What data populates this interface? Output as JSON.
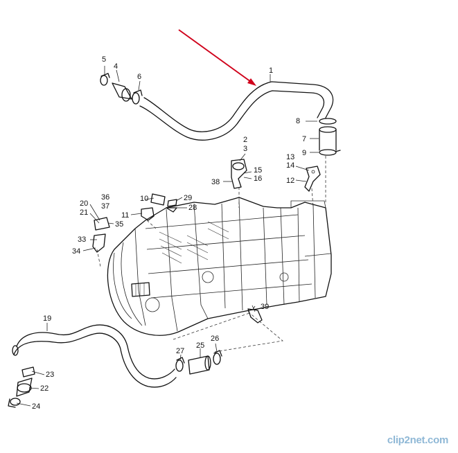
{
  "diagram": {
    "callouts": [
      "1",
      "2",
      "3",
      "4",
      "5",
      "6",
      "7",
      "8",
      "9",
      "10",
      "11",
      "12",
      "13",
      "14",
      "15",
      "16",
      "19",
      "20",
      "21",
      "22",
      "23",
      "24",
      "25",
      "26",
      "27",
      "28",
      "29",
      "33",
      "34",
      "35",
      "36",
      "37",
      "38",
      "39"
    ],
    "arrow_color": "#d0021b",
    "line_color": "#111111"
  },
  "watermark": {
    "text": "clip2net.com"
  }
}
